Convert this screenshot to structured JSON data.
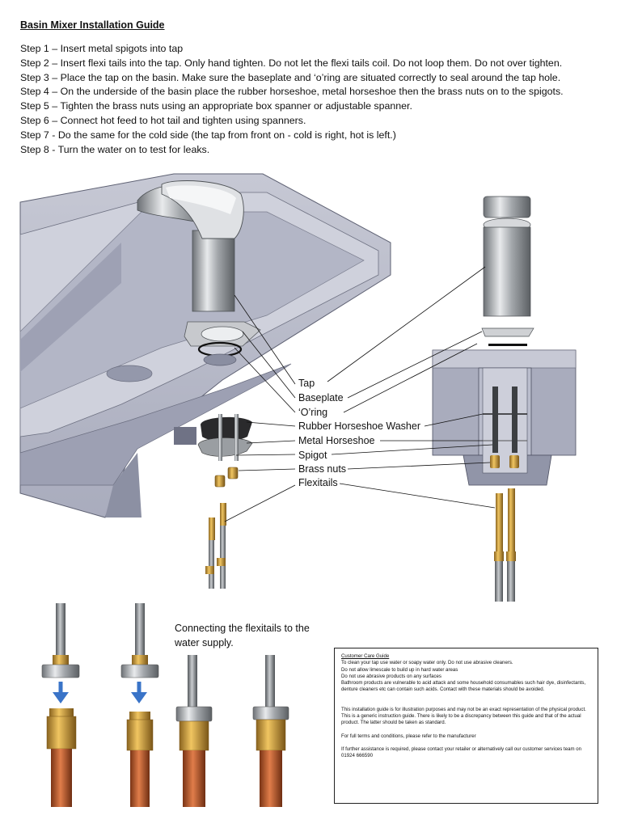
{
  "title": "Basin Mixer Installation Guide",
  "steps": [
    "Step 1 – Insert metal spigots into tap",
    "Step 2 – Insert flexi tails into the tap. Only hand tighten. Do not let the flexi tails coil. Do not loop them. Do not over tighten.",
    "Step 3 – Place the tap on the basin. Make sure the baseplate and ‘o’ring are situated correctly to seal around the tap hole.",
    "Step 4 – On the underside of the basin place the rubber horseshoe, metal horseshoe then the brass nuts on to the spigots.",
    "Step 5 – Tighten the brass nuts using an appropriate box spanner or adjustable spanner.",
    "Step 6 – Connect hot feed to hot tail and tighten using spanners.",
    "Step 7 - Do the same for the cold side (the tap from front on - cold is right, hot is left.)",
    "Step 8 - Turn the water on to test for leaks."
  ],
  "parts": [
    "Tap",
    "Baseplate",
    "‘O’ring",
    "Rubber Horseshoe Washer",
    "Metal Horseshoe",
    "Spigot",
    "Brass nuts",
    "Flexitails"
  ],
  "connect_caption": "Connecting the flexitails to the water supply.",
  "care": {
    "title": "Customer Care Guide",
    "lines": [
      "To clean your tap use water or soapy water only. Do not use abrasive cleaners.",
      "Do not allow limescale to build up in hard water areas",
      "Do not use abrasive products on any surfaces",
      "Bathroom products are vulnerable to acid attack and some household consumables such hair dye, disinfectants, denture cleaners etc can contain such acids. Contact with these materials should be avoided."
    ],
    "disclaimer_1": "This installation guide is for illustration purposes and may not be an exact representation of the physical product.",
    "disclaimer_2": "This is a generic instruction guide. There is likely to be a discrepancy between this guide and that of the actual product. The latter should be taken as standard.",
    "terms": "For full terms and conditions, please refer to the manufacturer",
    "contact": "If further assistance is required, please contact your retailer or alternatively call our customer services team on 01924 666590"
  },
  "colors": {
    "basin": "#b9bccb",
    "basin_dark": "#8e92a6",
    "chrome": "#b4b8bc",
    "brass": "#c99a3a",
    "copper": "#b9572c",
    "arrow": "#3a74c8"
  }
}
